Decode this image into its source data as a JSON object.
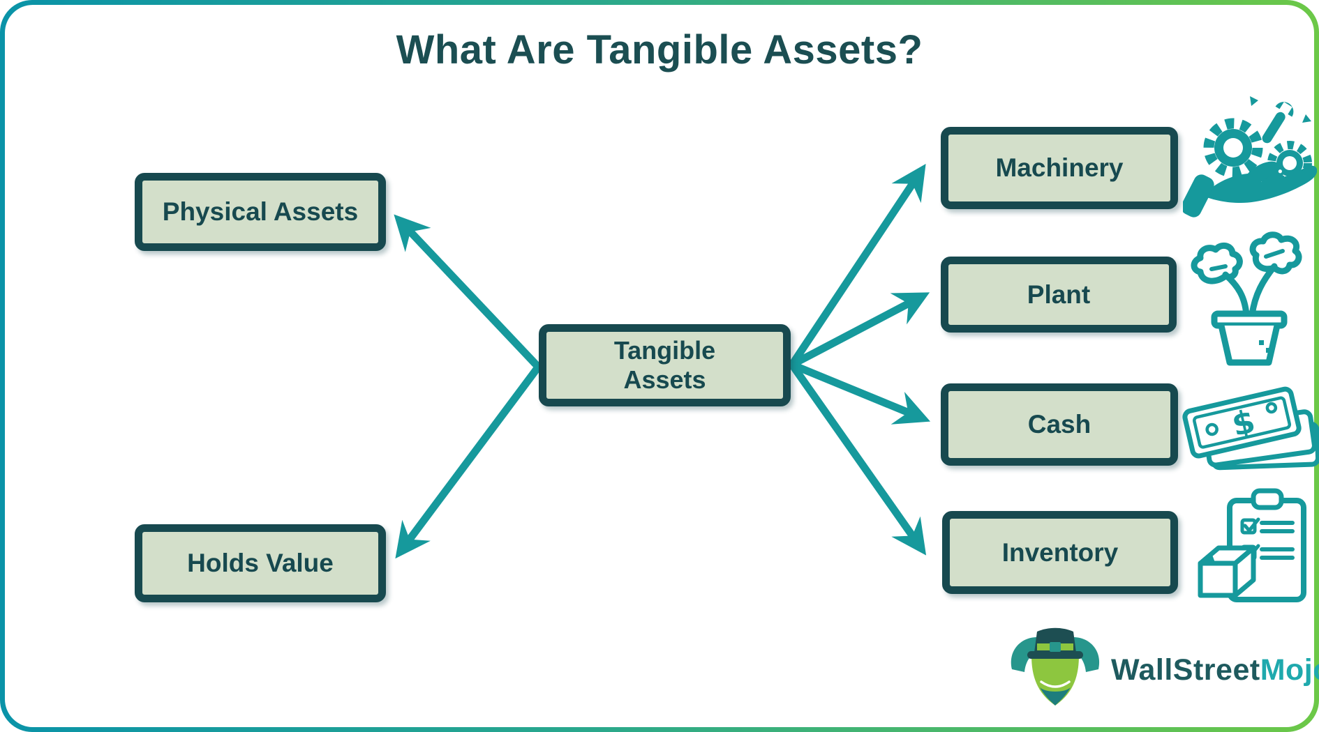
{
  "title": "What Are Tangible Assets?",
  "diagram": {
    "center_node": {
      "label": "Tangible\nAssets"
    },
    "left_nodes": [
      {
        "label": "Physical Assets"
      },
      {
        "label": "Holds Value"
      }
    ],
    "right_nodes": [
      {
        "label": "Machinery",
        "icon": "machinery-icon"
      },
      {
        "label": "Plant",
        "icon": "plant-icon"
      },
      {
        "label": "Cash",
        "icon": "cash-icon"
      },
      {
        "label": "Inventory",
        "icon": "inventory-icon"
      }
    ],
    "connections": [
      {
        "from": "Tangible Assets",
        "to": "Physical Assets"
      },
      {
        "from": "Tangible Assets",
        "to": "Holds Value"
      },
      {
        "from": "Tangible Assets",
        "to": "Machinery"
      },
      {
        "from": "Tangible Assets",
        "to": "Plant"
      },
      {
        "from": "Tangible Assets",
        "to": "Cash"
      },
      {
        "from": "Tangible Assets",
        "to": "Inventory"
      }
    ]
  },
  "logo": {
    "brand_part1": "WallStreet",
    "brand_part2": "Mojo"
  },
  "colors": {
    "node_fill": "#d3dfca",
    "node_border": "#17494f",
    "node_text": "#17494f",
    "title_text": "#1b4e52",
    "arrow": "#16999c",
    "frame_gradient_start": "#0a93a8",
    "frame_gradient_end": "#6cc847",
    "logo_primary": "#1e5a5e",
    "logo_accent": "#1fa9ad",
    "logo_bull_green": "#8dc63f"
  }
}
